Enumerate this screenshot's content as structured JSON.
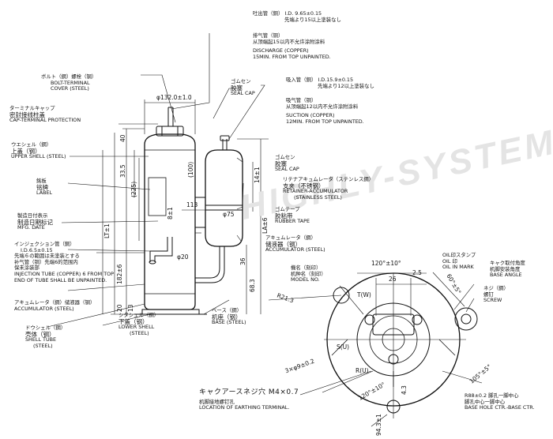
{
  "watermark": "HIGHLY-SYSTEM",
  "labels": {
    "discharge_top": [
      "吐出管（銅） I.D. 9.65±0.15",
      "先端より15以上塗装なし"
    ],
    "discharge": [
      "排气管（铜）",
      "从顶端起15以内不允许涂附涂料",
      "DISCHARGE (COPPER)",
      "15MIN. FROM TOP UNPAINTED."
    ],
    "bolt": [
      "ボルト（鋼）螺栓（钢）",
      "BOLT-TERMINAL",
      "COVER (STEEL)"
    ],
    "terminal_cap": [
      "ターミナルキャップ",
      "密封接线柱盖",
      "CAP-TERMINAL PROTECTION"
    ],
    "seal_cap_top": [
      "ゴムセン",
      "胶塞",
      "SEAL CAP"
    ],
    "suction_top": [
      "吸入管（銅） I.D.15.9±0.15",
      "先端より12以上塗装なし"
    ],
    "suction": [
      "吸气管（铜）",
      "从顶端起12以内不允许涂附涂料",
      "SUCTION (COPPER)",
      "12MIN. FROM TOP UNPAINTED."
    ],
    "upper_shell": [
      "ウエシェル（鋼）",
      "上盖（钢）",
      "UPPER SHELL (STEEL)"
    ],
    "seal_cap_side": [
      "ゴムセン",
      "胶塞",
      "SEAL CAP"
    ],
    "retainer": [
      "リテナアキュムレータ（ステンレス鋼）",
      "支夹（不锈钢）",
      "RETAINER-ACCUMULATOR",
      "(STAINLESS STEEL)"
    ],
    "label": [
      "銘板",
      "铭牌",
      "LABEL"
    ],
    "rubber_tape": [
      "ゴムテープ",
      "胶粘带",
      "RUBBER TAPE"
    ],
    "mfg_date": [
      "製造日付表示",
      "制造日期标记",
      "MFG. DATE"
    ],
    "accum_side": [
      "アキュムレータ（鋼）",
      "储液器（钢）",
      "ACCUMULATOR (STEEL)"
    ],
    "injection": [
      "インジェクション管（銅）",
      "I.D.6.5±0.15",
      "先端６の範囲は未塗装とする",
      "补气管（铜）先端6的范围内",
      "保未涂装部",
      "INJECTION TUBE (COPPER) 6 FROM TOP",
      "END OF TUBE SHALL BE UNPAINTED."
    ],
    "accum_left": [
      "アキュムレータ（鋼）储液器（钢）",
      "ACCUMULATOR (STEEL)"
    ],
    "lower_shell": [
      "シタシェル（鋼）",
      "下盖（钢）",
      "LOWER SHELL",
      "(STEEL)"
    ],
    "shell_tube": [
      "ドウシェル（鋼）",
      "壳体（钢）",
      "SHELL TUBE",
      "(STEEL)"
    ],
    "base": [
      "ベース（鋼）",
      "机座（钢）",
      "BASE (STEEL)"
    ],
    "model": [
      "機名（刻印）",
      "机种名（刻印）",
      "MODEL NO."
    ],
    "oil_stamp": [
      "OIL印スタンプ",
      "OIL 印",
      "OIL IN MARK"
    ],
    "base_angle": [
      "キャク取付角度",
      "机脚安装角度",
      "BASE ANGLE"
    ],
    "screw": [
      "ネジ（鋼）",
      "螺钉",
      "SCREW"
    ],
    "earth_screw": [
      "キャクアースネジ穴 M4×0.7",
      "机脚接地螺钉孔",
      "LOCATION OF EARTHING TERMINAL."
    ],
    "base_hole": [
      "R88±0.2 脚孔一脚中心",
      "脚孔中心一脚中心",
      "BASE HOLE CTR.-BASE CTR."
    ]
  },
  "dims": {
    "diameter": "φ132.0±1.0",
    "d40": "40",
    "d335": "33.5",
    "d225": "(225)",
    "d100": "(100)",
    "d81": "8±1",
    "d14": "14±1",
    "d113": "113",
    "dphi75": "φ75",
    "dphi20": "φ20",
    "d36": "36",
    "d683": "68.3",
    "dLA": "LA±6",
    "dLT": "LT±1",
    "d1824": "182±6",
    "d20": "20",
    "d13": "13",
    "dR213": "R21.3",
    "d120a": "120°±10°",
    "d26": "26",
    "d25": "2.5",
    "d60": "60°±5°",
    "d105": "105°±5°",
    "d120b": "120°±10°",
    "d43": "4.3",
    "d94": "94.3±1",
    "dholes": "3×φ9±0.2",
    "T": "T(W)",
    "S": "S(U)",
    "R": "R(U)"
  }
}
